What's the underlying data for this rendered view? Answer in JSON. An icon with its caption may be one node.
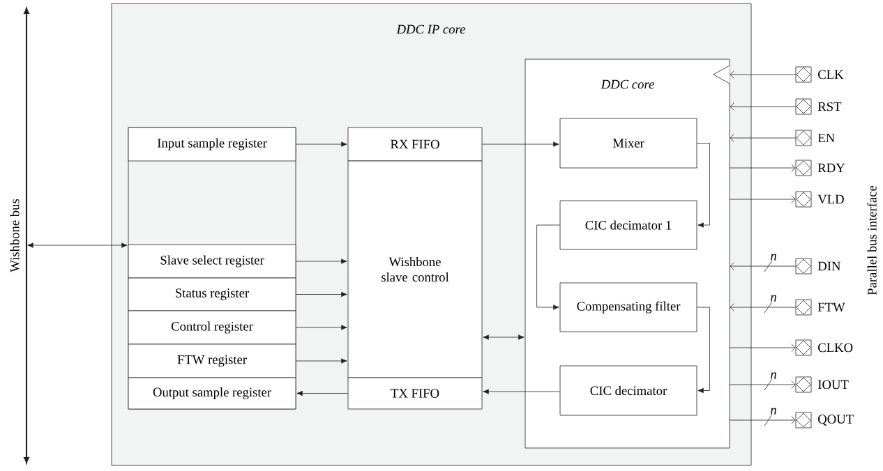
{
  "diagram": {
    "nodes": [
      {
        "text": [
          "Wishbone bus"
        ]
      },
      {
        "text": [
          "DDC IP core"
        ]
      },
      {
        "text": [],
        "shape": "box",
        "in": 1
      },
      {
        "text": [
          "Input sample register"
        ],
        "in": 2
      },
      {
        "text": [
          "Slave select register"
        ],
        "in": 2
      },
      {
        "text": [
          "Status register"
        ],
        "in": 2
      },
      {
        "text": [
          "Control register"
        ],
        "in": 2
      },
      {
        "text": [
          "FTW register"
        ],
        "in": 2
      },
      {
        "text": [
          "Output sample register"
        ],
        "in": 2
      },
      {
        "text": [
          "RX FIFO"
        ],
        "in": 1
      },
      {
        "text": [
          "Wishbone slave control"
        ],
        "in": 1
      },
      {
        "text": [
          "TX FIFO"
        ],
        "in": 1
      },
      {
        "text": [
          "DDC core"
        ],
        "in": 1
      },
      {
        "text": [
          "Mixer"
        ],
        "in": 12
      },
      {
        "text": [
          "CIC decimator 1"
        ],
        "in": 12
      },
      {
        "text": [
          "Compensating filter"
        ],
        "in": 12
      },
      {
        "text": [
          "CIC decimator"
        ],
        "in": 12
      },
      {
        "text": [
          "CLK"
        ]
      },
      {
        "text": [
          "RST"
        ]
      },
      {
        "text": [
          "EN"
        ]
      },
      {
        "text": [
          "RDY"
        ]
      },
      {
        "text": [
          "VLD"
        ]
      },
      {
        "text": [
          "DIN"
        ]
      },
      {
        "text": [
          "FTW"
        ]
      },
      {
        "text": [
          "CLKO"
        ]
      },
      {
        "text": [
          "IOUT"
        ]
      },
      {
        "text": [
          "QOUT"
        ]
      }
    ],
    "edges": [
      {
        "from": 0,
        "to": 2,
        "arrow": "both"
      },
      {
        "from": 3,
        "to": 9,
        "arrow": "to"
      },
      {
        "from": 4,
        "to": 10,
        "arrow": "to"
      },
      {
        "from": 5,
        "to": 10,
        "arrow": "to"
      },
      {
        "from": 6,
        "to": 10,
        "arrow": "to"
      },
      {
        "from": 7,
        "to": 10,
        "arrow": "to"
      },
      {
        "from": 11,
        "to": 8,
        "arrow": "to"
      },
      {
        "from": 9,
        "to": 13,
        "arrow": "to"
      },
      {
        "from": 10,
        "to": 12,
        "arrow": "both"
      },
      {
        "from": 13,
        "to": 14,
        "arrow": "to"
      },
      {
        "from": 14,
        "to": 15,
        "arrow": "to"
      },
      {
        "from": 15,
        "to": 16,
        "arrow": "to"
      },
      {
        "from": 16,
        "to": 11,
        "arrow": "to"
      },
      {
        "from": 17,
        "to": 12,
        "arrow": "to"
      },
      {
        "from": 18,
        "to": 12,
        "arrow": "to"
      },
      {
        "from": 19,
        "to": 12,
        "arrow": "to"
      },
      {
        "from": 12,
        "to": 20,
        "arrow": "to"
      },
      {
        "from": 12,
        "to": 21,
        "arrow": "to"
      },
      {
        "from": 22,
        "to": 12,
        "arrow": "to",
        "label": "n"
      },
      {
        "from": 23,
        "to": 12,
        "arrow": "to",
        "label": "n"
      },
      {
        "from": 12,
        "to": 24,
        "arrow": "to"
      },
      {
        "from": 12,
        "to": 25,
        "arrow": "to",
        "label": "n"
      },
      {
        "from": 12,
        "to": 26,
        "arrow": "to",
        "label": "n"
      }
    ],
    "labels": [
      "Parallel bus interface"
    ]
  }
}
